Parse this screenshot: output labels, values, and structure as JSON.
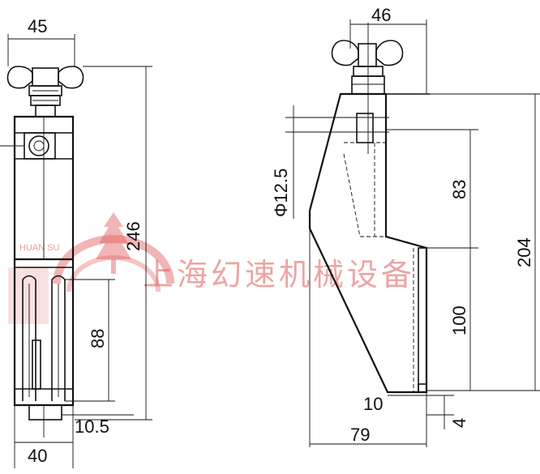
{
  "drawing": {
    "front_view": {
      "dim_top_width": "45",
      "dim_height_total": "246",
      "dim_slot_length": "88",
      "dim_bottom_width": "40",
      "dim_foot": "10.5"
    },
    "side_view": {
      "dim_top_width": "46",
      "dim_hole_dia": "Φ12.5",
      "dim_upper_height": "83",
      "dim_lower_height": "100",
      "dim_total_height": "204",
      "dim_lip": "10",
      "dim_base_width": "79",
      "dim_base_offset": "4"
    },
    "watermark": {
      "company_cn": "上海幻速机械设备",
      "brand_en": "HUAN SU"
    }
  }
}
